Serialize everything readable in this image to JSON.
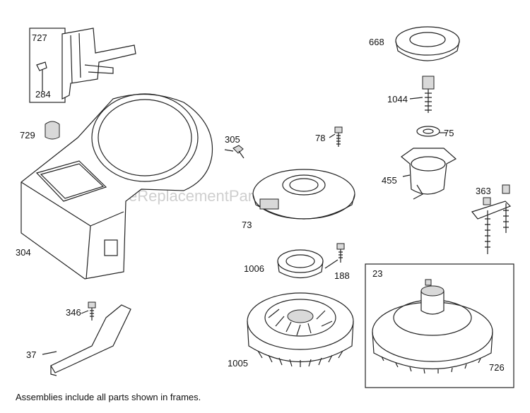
{
  "labels": {
    "p727": "727",
    "p284": "284",
    "p729": "729",
    "p304": "304",
    "p346": "346",
    "p37": "37",
    "p305": "305",
    "p78": "78",
    "p73": "73",
    "p1006": "1006",
    "p188": "188",
    "p1005": "1005",
    "p668": "668",
    "p1044": "1044",
    "p75": "75",
    "p455": "455",
    "p363": "363",
    "p23": "23",
    "p726": "726"
  },
  "footnote": "Assemblies include all parts shown in frames.",
  "watermark": "eReplacementParts.com"
}
